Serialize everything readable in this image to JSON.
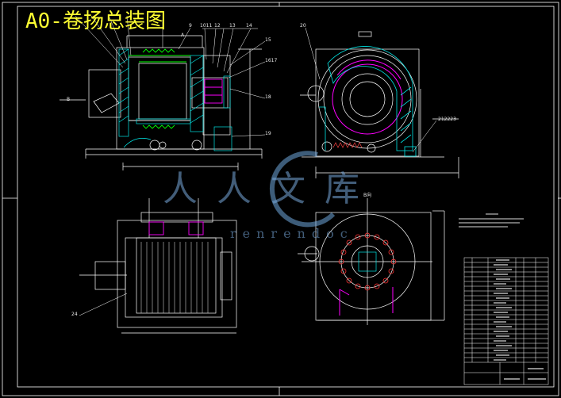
{
  "title": "A0-卷扬总装图",
  "callouts": {
    "c9": "9",
    "c10": "1011",
    "c12": "12",
    "c13": "13",
    "c14": "14",
    "c15": "15",
    "c1617": "1617",
    "c18": "18",
    "c19": "19",
    "c20": "20",
    "c21": "212223",
    "c24": "24",
    "viewB": "B",
    "viewA": "A",
    "viewBB": "B向"
  },
  "watermark": {
    "chars": "人人文库",
    "url": "renrendoc"
  },
  "colors": {
    "background": "#000000",
    "lines": "#ffffff",
    "title": "#ffff33",
    "hatch_cyan": "#00e5e5",
    "magenta": "#ff00ff",
    "green": "#00ff00",
    "watermark": "#6fa8dc"
  }
}
